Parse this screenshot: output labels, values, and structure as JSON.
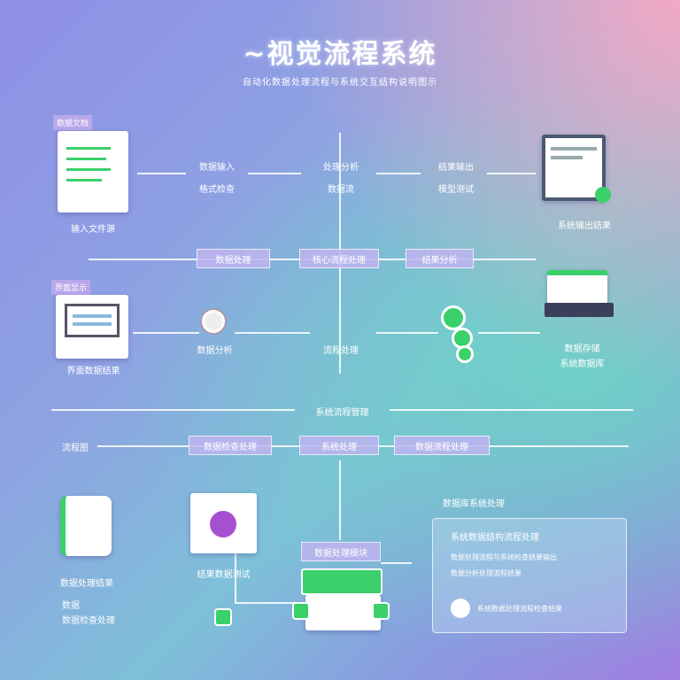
{
  "title": "~视觉流程系统",
  "subtitle": "自动化数据处理流程与系统交互结构说明图示",
  "row1": {
    "left_tag": "数据文档",
    "left_caption": "输入文件源",
    "flow": [
      [
        "数据输入",
        "格式检查"
      ],
      [
        "处理分析",
        "数据流"
      ],
      [
        "结果输出",
        "模型测试"
      ]
    ],
    "right_caption": "系统输出结果"
  },
  "bar1": [
    "数据处理",
    "核心流程处理",
    "结果分析"
  ],
  "row2": {
    "left_tag": "界面显示",
    "left_caption": "界面数据结果",
    "circle_label": "数据分析",
    "center_label": "流程处理",
    "right_caption": [
      "数据存储",
      "系统数据库"
    ]
  },
  "divider_label": "系统流程管理",
  "bar2": {
    "left": "流程图",
    "items": [
      "数据检查处理",
      "系统处理",
      "数据流程处理"
    ]
  },
  "bottom": {
    "left_caption": "数据处理结果",
    "left_bullets": [
      "数据",
      "数据检查处理"
    ],
    "card_caption": "结果数据测试",
    "center_tag": "数据处理模块",
    "panel_heading": "数据库系统处理",
    "panel_title": "系统数据结构流程处理",
    "panel_lines": [
      "数据处理流程与系统检查结果输出",
      "数据分析处理流程结果"
    ],
    "panel_footer": "系统数据处理流程检查结果"
  }
}
